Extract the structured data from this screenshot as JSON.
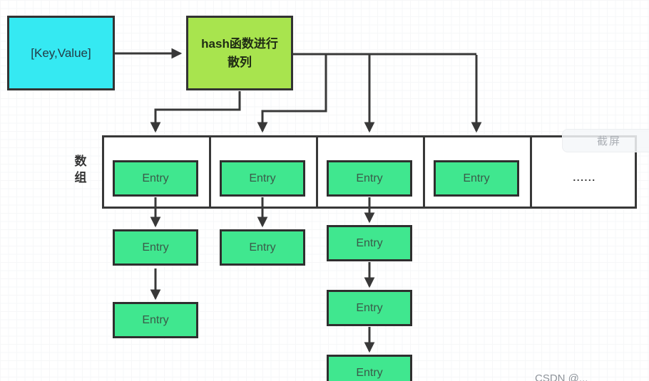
{
  "canvas": {
    "key_value": {
      "label": "[Key,Value]"
    },
    "hash_node": {
      "label": "hash函数进行散列"
    },
    "array_label": "数组",
    "array_cells": [
      {
        "label": "Entry"
      },
      {
        "label": "Entry"
      },
      {
        "label": "Entry"
      },
      {
        "label": "Entry"
      },
      {
        "label": "......"
      }
    ],
    "chains": [
      {
        "entries": [
          "Entry",
          "Entry"
        ]
      },
      {
        "entries": [
          "Entry"
        ]
      },
      {
        "entries": [
          "Entry",
          "Entry",
          "Entry"
        ]
      }
    ]
  },
  "overlays": {
    "screenshot_label": "截屏",
    "watermark_partial": "CSDN @..."
  },
  "colors": {
    "key_value_fill": "#35E9F2",
    "hash_fill": "#A8E44E",
    "entry_fill": "#40E78F",
    "line": "#383838",
    "grid_line": "#EAECEE"
  }
}
